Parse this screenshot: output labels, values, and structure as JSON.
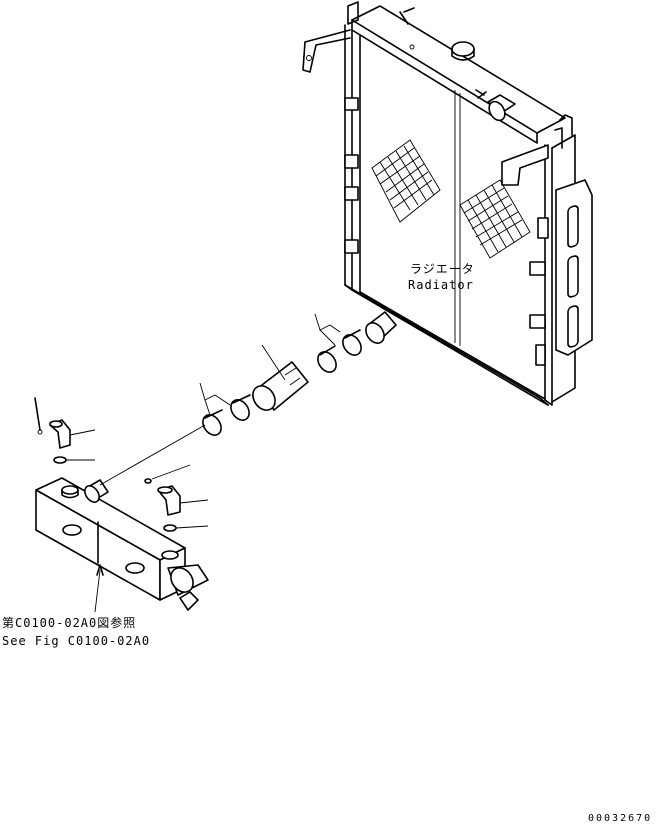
{
  "labels": {
    "radiator_jp": "ラジエータ",
    "radiator_en": "Radiator",
    "ref_jp": "第C0100-02A0図参照",
    "ref_en": "See Fig C0100-02A0",
    "drawing_number": "00032670"
  },
  "colors": {
    "ink": "#000000",
    "paper": "#ffffff"
  }
}
